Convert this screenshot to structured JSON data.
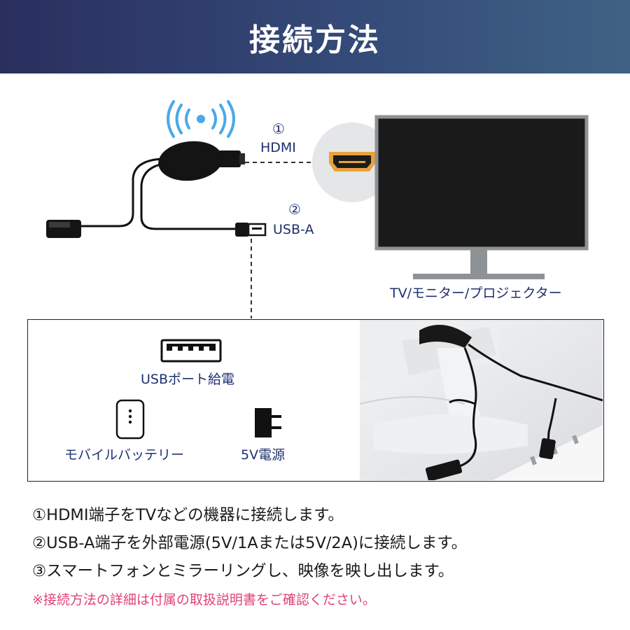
{
  "header": {
    "title": "接続方法"
  },
  "diagram": {
    "hdmi_number": "①",
    "hdmi_label": "HDMI",
    "usb_number": "②",
    "usb_label": "USB-A",
    "tv_caption": "TV/モニター/プロジェクター"
  },
  "power_options": {
    "usb_port": "USBポート給電",
    "battery": "モバイルバッテリー",
    "adapter": "5V電源"
  },
  "instructions": [
    "①HDMI端子をTVなどの機器に接続します。",
    "②USB-A端子を外部電源(5V/1Aまたは5V/2A)に接続します。",
    "③スマートフォンとミラーリングし、映像を映し出します。"
  ],
  "note": "※接続方法の詳細は付属の取扱説明書をご確認ください。",
  "colors": {
    "header_start": "#2a2f5e",
    "header_end": "#3f6284",
    "label_navy": "#1f2f6e",
    "note_pink": "#e0427a",
    "wifi_blue": "#4aa9e8",
    "hdmi_gold": "#e8a23a"
  }
}
